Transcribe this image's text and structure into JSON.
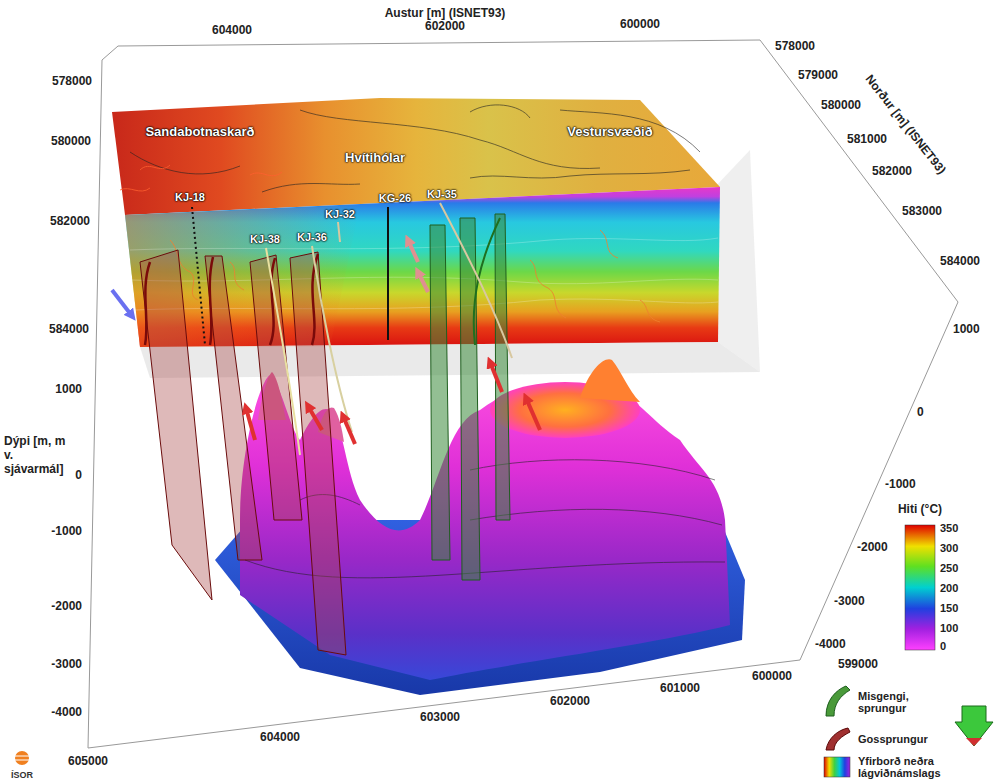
{
  "diagram": {
    "labels": [
      "Austur [m] (ISNET93)",
      "604000",
      "602000",
      "600000",
      "Norður [m] (ISNET93)",
      "578000",
      "579000",
      "580000",
      "581000",
      "582000",
      "583000",
      "584000",
      "578000",
      "580000",
      "582000",
      "584000",
      "1000",
      "0",
      "-1000",
      "-2000",
      "-3000",
      "-4000",
      "Dýpi [m, m v. sjávarmál]",
      "1000",
      "0",
      "-1000",
      "-2000",
      "-3000",
      "-4000",
      "605000",
      "604000",
      "603000",
      "602000",
      "601000",
      "600000",
      "599000",
      "Sandabotnaskarð",
      "Hvítihólar",
      "Vestursvæðið",
      "KJ-18",
      "KJ-32",
      "KJ-38",
      "KJ-36",
      "KG-26",
      "KJ-35",
      "Hiti (°C)",
      "350",
      "300",
      "250",
      "200",
      "150",
      "100",
      "0",
      "ÍSOR"
    ],
    "legend": [
      {
        "text": "Misgengi, sprungur"
      },
      {
        "text": "Gossprungur"
      },
      {
        "text": "Yfirborð neðra lágviðnámslags"
      }
    ]
  }
}
